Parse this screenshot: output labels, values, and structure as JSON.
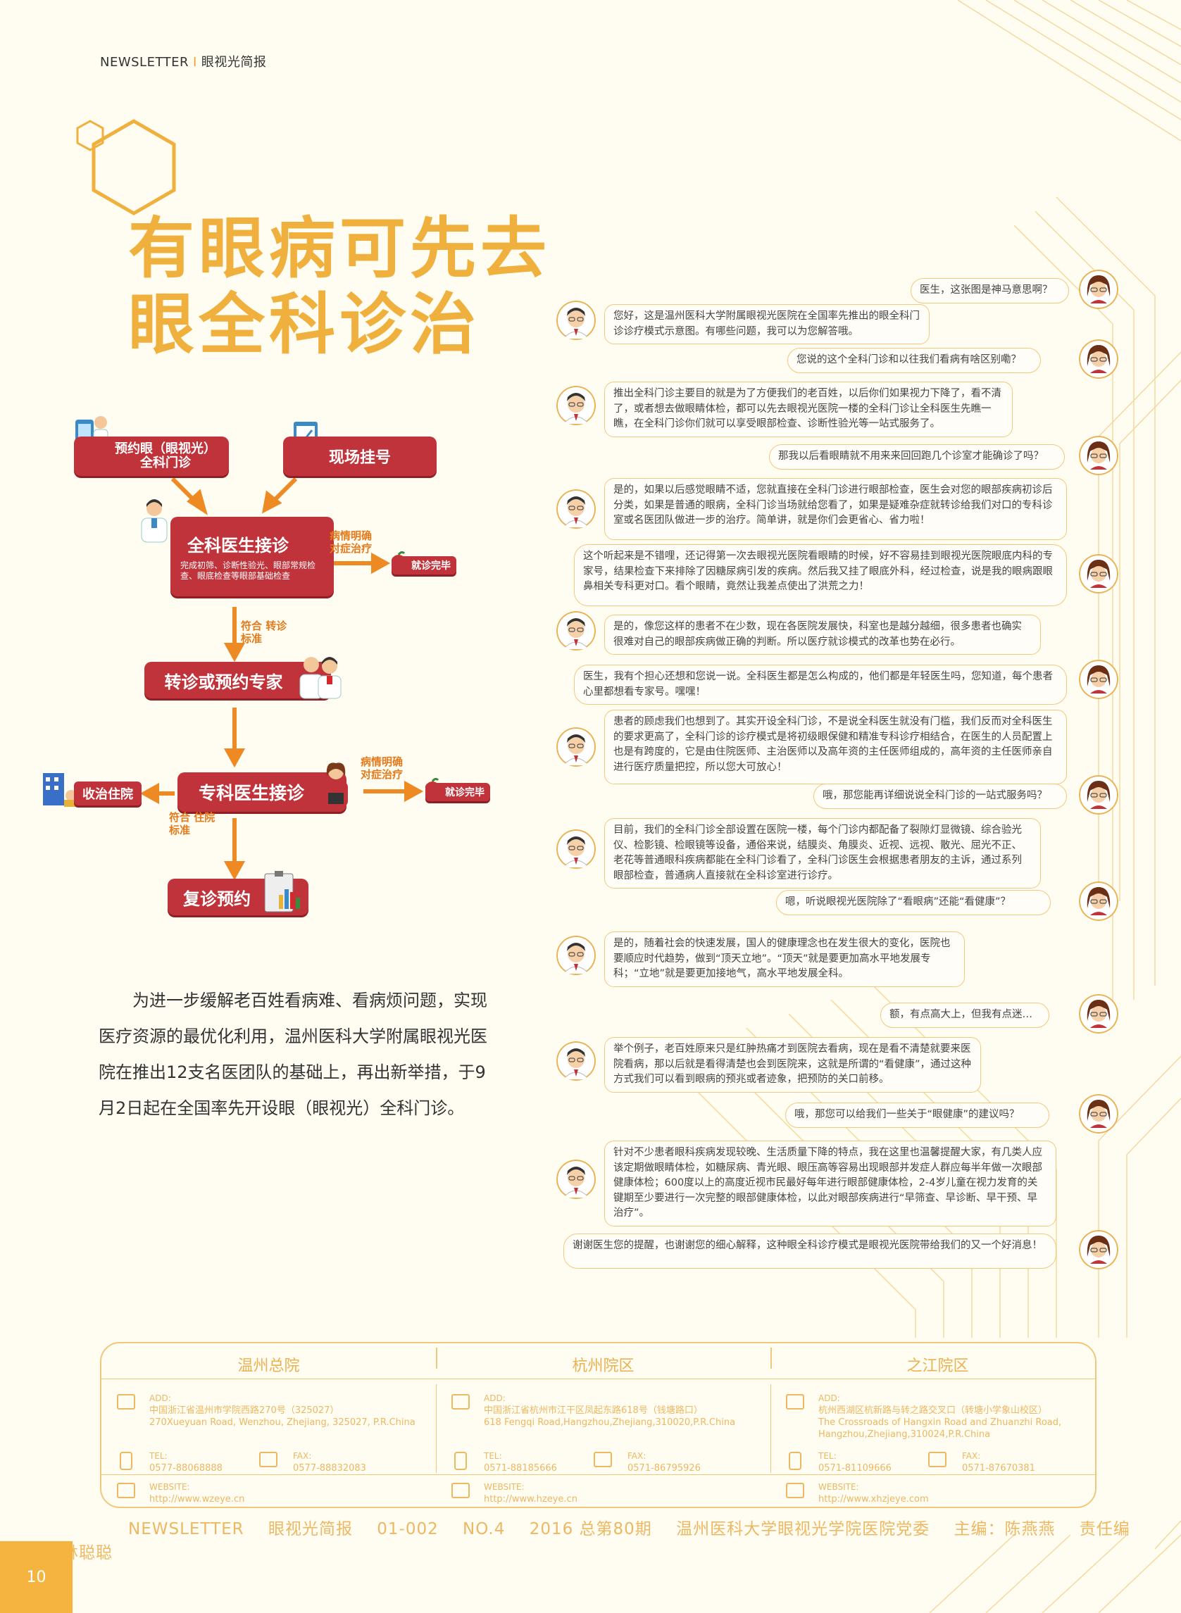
{
  "header": {
    "left": "NEWSLETTER",
    "sep": "I",
    "right": "眼视光简报"
  },
  "title": {
    "line1": "有眼病可先去",
    "line2": "眼全科诊治"
  },
  "intro": "为进一步缓解老百姓看病难、看病烦问题，实现医疗资源的最优化利用，温州医科大学附属眼视光医院在推出12支名医团队的基础上，再出新举措，于9月2日起在全国率先开设眼（眼视光）全科门诊。",
  "flowchart": {
    "book": "预约眼（眼视光）全科门诊",
    "register": "现场挂号",
    "gp": "全科医生接诊",
    "gp_sub": "完成初筛、诊断性验光、眼部常规检查、眼底检查等眼部基础检查",
    "cond1": "病情明确 对症治疗",
    "done1": "就诊完毕",
    "criteria1": "符合 转诊标准",
    "refer": "转诊或预约专家",
    "specialist": "专科医生接诊",
    "cond2": "病情明确 对症治疗",
    "done2": "就诊完毕",
    "hospital": "收治住院",
    "criteria2": "符合 住院标准",
    "followup": "复诊预约"
  },
  "chat": [
    {
      "who": "patient",
      "text": "医生，这张图是神马意思啊？"
    },
    {
      "who": "doctor",
      "text": "您好，这是温州医科大学附属眼视光医院在全国率先推出的眼全科门诊诊疗模式示意图。有哪些问题，我可以为您解答哦。"
    },
    {
      "who": "patient",
      "text": "您说的这个全科门诊和以往我们看病有啥区别嘞？"
    },
    {
      "who": "doctor",
      "text": "推出全科门诊主要目的就是为了方便我们的老百姓，以后你们如果视力下降了，看不清了，或者想去做眼睛体检，都可以先去眼视光医院一楼的全科门诊让全科医生先瞧一瞧，在全科门诊你们就可以享受眼部检查、诊断性验光等一站式服务了。"
    },
    {
      "who": "patient",
      "text": "那我以后看眼睛就不用来来回回跑几个诊室才能确诊了吗？"
    },
    {
      "who": "doctor",
      "text": "是的，如果以后感觉眼睛不适，您就直接在全科门诊进行眼部检查，医生会对您的眼部疾病初诊后分类，如果是普通的眼病，全科门诊当场就给您看了，如果是疑难杂症就转诊给我们对口的专科诊室或名医团队做进一步的治疗。简单讲，就是你们会更省心、省力啦！"
    },
    {
      "who": "patient",
      "text": "这个听起来是不错哩，还记得第一次去眼视光医院看眼睛的时候，好不容易挂到眼视光医院眼底内科的专家号，结果检查下来排除了因糖尿病引发的疾病。然后我又挂了眼底外科，经过检查，说是我的眼病跟眼鼻相关专科更对口。看个眼睛，竟然让我差点使出了洪荒之力！"
    },
    {
      "who": "doctor",
      "text": "是的，像您这样的患者不在少数，现在各医院发展快，科室也是越分越细，很多患者也确实很难对自己的眼部疾病做正确的判断。所以医疗就诊模式的改革也势在必行。"
    },
    {
      "who": "patient",
      "text": "医生，我有个担心还想和您说一说。全科医生都是怎么构成的，他们都是年轻医生吗，您知道，每个患者心里都想看专家号。嘿嘿！"
    },
    {
      "who": "doctor",
      "text": "患者的顾虑我们也想到了。其实开设全科门诊，不是说全科医生就没有门槛，我们反而对全科医生的要求更高了，全科门诊的诊疗模式是将初级眼保健和精准专科诊疗相结合，在医生的人员配置上也是有跨度的，它是由住院医师、主治医师以及高年资的主任医师组成的，高年资的主任医师亲自进行医疗质量把控，所以您大可放心！"
    },
    {
      "who": "patient",
      "text": "哦，那您能再详细说说全科门诊的一站式服务吗？"
    },
    {
      "who": "doctor",
      "text": "目前，我们的全科门诊全部设置在医院一楼，每个门诊内都配备了裂隙灯显微镜、综合验光仪、检影镜、检眼镜等设备，通俗来说，结膜炎、角膜炎、近视、远视、散光、屈光不正、老花等普通眼科疾病都能在全科门诊看了，全科门诊医生会根据患者朋友的主诉，通过系列眼部检查，普通病人直接就在全科诊室进行诊疗。"
    },
    {
      "who": "patient",
      "text": "嗯，听说眼视光医院除了“看眼病”还能“看健康”？"
    },
    {
      "who": "doctor",
      "text": "是的，随着社会的快速发展，国人的健康理念也在发生很大的变化，医院也要顺应时代趋势，做到“顶天立地”。“顶天”就是要更加高水平地发展专科；“立地”就是要更加接地气，高水平地发展全科。"
    },
    {
      "who": "patient",
      "text": "额，有点高大上，但我有点迷…"
    },
    {
      "who": "doctor",
      "text": "举个例子，老百姓原来只是红肿热痛才到医院去看病，现在是看不清楚就要来医院看病，那以后就是看得清楚也会到医院来，这就是所谓的“看健康”，通过这种方式我们可以看到眼病的预兆或者迹象，把预防的关口前移。"
    },
    {
      "who": "patient",
      "text": "哦，那您可以给我们一些关于“眼健康”的建议吗？"
    },
    {
      "who": "doctor",
      "text": "针对不少患者眼科疾病发现较晚、生活质量下降的特点，我在这里也温馨提醒大家，有几类人应该定期做眼睛体检，如糖尿病、青光眼、眼压高等容易出现眼部并发症人群应每半年做一次眼部健康体检；600度以上的高度近视市民最好每年进行眼部健康体检，2-4岁儿童在视力发育的关键期至少要进行一次完整的眼部健康体检，以此对眼部疾病进行“早筛查、早诊断、早干预、早治疗”。"
    },
    {
      "who": "patient",
      "text": "谢谢医生您的提醒，也谢谢您的细心解释，这种眼全科诊疗模式是眼视光医院带给我们的又一个好消息！"
    }
  ],
  "footer": {
    "cols": [
      {
        "title": "温州总院",
        "add_label": "ADD:",
        "add_cn": "中国浙江省温州市学院西路270号（325027）",
        "add_en": "270Xueyuan Road, Wenzhou, Zhejiang, 325027, P.R.China",
        "tel_label": "TEL:",
        "tel": "0577-88068888",
        "fax_label": "FAX:",
        "fax": "0577-88832083",
        "web_label": "WEBSITE:",
        "web": "http://www.wzeye.cn"
      },
      {
        "title": "杭州院区",
        "add_label": "ADD:",
        "add_cn": "中国浙江省杭州市江干区凤起东路618号（钱塘路口）",
        "add_en": "618 Fengqi Road,Hangzhou,Zhejiang,310020,P.R.China",
        "tel_label": "TEL:",
        "tel": "0571-88185666",
        "fax_label": "FAX:",
        "fax": "0571-86795926",
        "web_label": "WEBSITE:",
        "web": "http://www.hzeye.cn"
      },
      {
        "title": "之江院区",
        "add_label": "ADD:",
        "add_cn": "杭州西湖区杭新路与转之路交叉口（转塘小学象山校区）",
        "add_en": "The Crossroads of Hangxin Road and Zhuanzhi Road, Hangzhou,Zhejiang,310024,P.R.China",
        "tel_label": "TEL:",
        "tel": "0571-81109666",
        "fax_label": "FAX:",
        "fax": "0571-87670381",
        "web_label": "WEBSITE:",
        "web": "http://www.xhzjeye.com"
      }
    ],
    "bottom": [
      "NEWSLETTER",
      "眼视光简报",
      "01-002",
      "NO.4",
      "2016 总第80期",
      "温州医科大学眼视光学院医院党委",
      "主编：陈燕燕",
      "责任编辑：林聪聪"
    ]
  },
  "page_number": "10",
  "colors": {
    "accent": "#f0b03e",
    "red": "#c0333b",
    "orange": "#e37b1c",
    "line": "#f2c97a"
  }
}
